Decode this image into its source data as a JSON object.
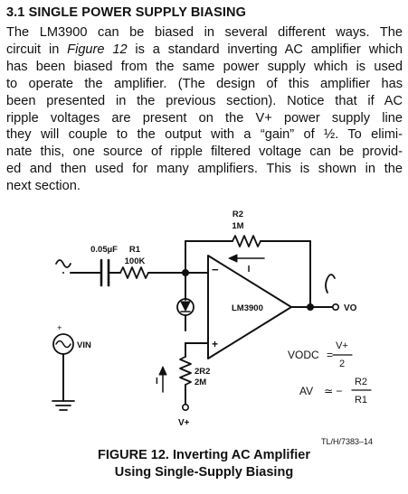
{
  "section": {
    "heading": "3.1 SINGLE POWER SUPPLY BIASING",
    "paragraph": [
      [
        "The LM3900 can be biased in several different ways. The"
      ],
      [
        "circuit in ",
        {
          "i": "Figure 12"
        },
        " is a standard inverting AC amplifier which"
      ],
      [
        "has been biased from the same power supply which is used"
      ],
      [
        "to operate the amplifier. (The design of this amplifier has"
      ],
      [
        "been presented in the previous section). Notice that if AC"
      ],
      [
        "ripple voltages are present on the V+ power supply line"
      ],
      [
        "they will couple to the output with a “gain” of ½. To elimi-"
      ],
      [
        "nate this, one source of ripple filtered voltage can be provid-"
      ],
      [
        "ed and then used for many amplifiers. This is shown in the"
      ],
      [
        "next section."
      ]
    ]
  },
  "figure": {
    "labels": {
      "r2_name": "R2",
      "r2_value": "1M",
      "c_value": "0.05µF",
      "r1_name": "R1",
      "r1_value": "100K",
      "feedback_current": "I",
      "opamp": "LM3900",
      "minus": "−",
      "plus": "+",
      "vo": "VO",
      "vin": "VIN",
      "source_plus": "+",
      "bias_current": "I",
      "r2b_name": "2R2",
      "r2b_value": "2M",
      "vplus": "V+"
    },
    "equations": {
      "vodc_lhs": "VODC",
      "vodc_num": "V+",
      "vodc_den": "2",
      "av_lhs": "AV",
      "av_approx": "≃ −",
      "av_num": "R2",
      "av_den": "R1",
      "equals": "="
    },
    "ref_code": "TL/H/7383–14",
    "caption_line1": "FIGURE 12. Inverting AC Amplifier",
    "caption_line2": "Using Single-Supply Biasing"
  }
}
